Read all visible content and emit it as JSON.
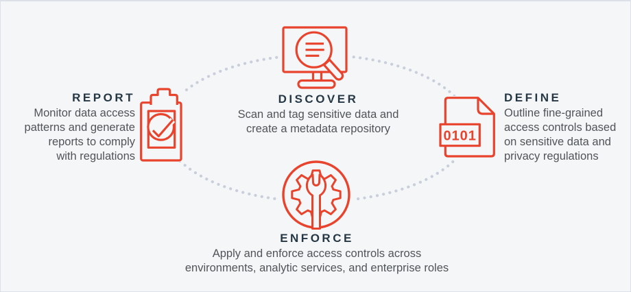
{
  "diagram": {
    "name": "data-access-governance-cycle",
    "colors": {
      "background": "#f5f6f7",
      "border": "#dde0e9",
      "accent_red": "#e8432c",
      "title_text": "#253744",
      "body_text": "#505458",
      "cycle_dots": "#c9cedb"
    },
    "steps": [
      {
        "id": "discover",
        "title": "DISCOVER",
        "lines": [
          "Scan and tag sensitive data and",
          "create a metadata repository"
        ],
        "icon": "screen-magnifier-icon"
      },
      {
        "id": "define",
        "title": "DEFINE",
        "lines": [
          "Outline fine-grained",
          "access controls based",
          "on sensitive data and",
          "privacy regulations"
        ],
        "icon": "binary-file-icon",
        "icon_text": "0101"
      },
      {
        "id": "enforce",
        "title": "ENFORCE",
        "lines": [
          "Apply and enforce access controls across",
          "environments, analytic services, and enterprise roles"
        ],
        "icon": "gear-wrench-icon"
      },
      {
        "id": "report",
        "title": "REPORT",
        "lines": [
          "Monitor data access",
          "patterns and generate",
          "reports to comply",
          "with regulations"
        ],
        "icon": "clipboard-check-icon"
      }
    ]
  }
}
